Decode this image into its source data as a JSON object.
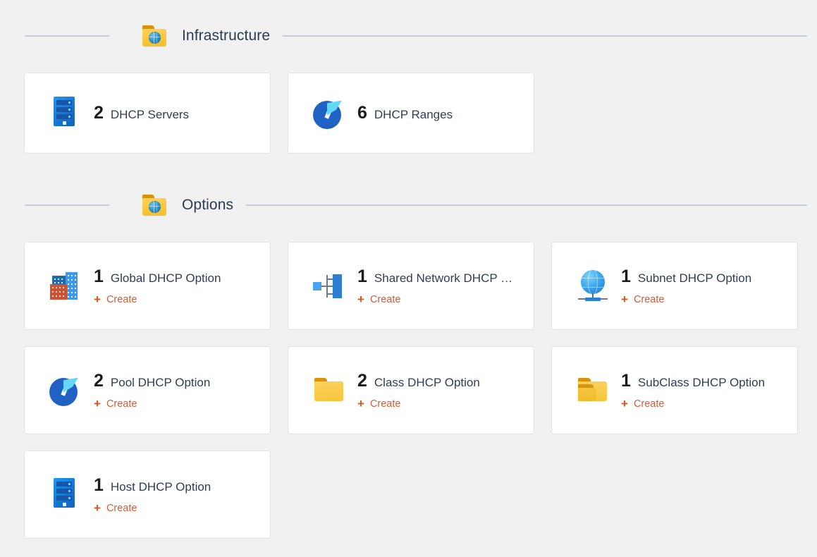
{
  "sections": [
    {
      "id": "infrastructure",
      "title": "Infrastructure",
      "icon": "folder-globe-icon",
      "cards": [
        {
          "count": "2",
          "label": "DHCP Servers",
          "icon": "server-icon",
          "create": null
        },
        {
          "count": "6",
          "label": "DHCP Ranges",
          "icon": "pie-chart-icon",
          "create": null
        }
      ]
    },
    {
      "id": "options",
      "title": "Options",
      "icon": "folder-globe-icon",
      "cards": [
        {
          "count": "1",
          "label": "Global DHCP Option",
          "icon": "buildings-icon",
          "create": "Create"
        },
        {
          "count": "1",
          "label": "Shared Network DHCP …",
          "icon": "hierarchy-icon",
          "create": "Create"
        },
        {
          "count": "1",
          "label": "Subnet DHCP Option",
          "icon": "globe-stand-icon",
          "create": "Create"
        },
        {
          "count": "2",
          "label": "Pool DHCP Option",
          "icon": "pie-chart-icon",
          "create": "Create"
        },
        {
          "count": "2",
          "label": "Class DHCP Option",
          "icon": "folder-icon",
          "create": "Create"
        },
        {
          "count": "1",
          "label": "SubClass DHCP Option",
          "icon": "subfolder-icon",
          "create": "Create"
        },
        {
          "count": "1",
          "label": "Host DHCP Option",
          "icon": "server-icon",
          "create": "Create"
        }
      ]
    }
  ],
  "colors": {
    "page_background": "#f1f1f1",
    "card_background": "#ffffff",
    "card_border": "#dfe3e8",
    "rule": "#c4ced8",
    "title_text": "#2d3b4e",
    "count_text": "#1b1b1b",
    "label_text": "#2f3e52",
    "create_plus": "#d9541e",
    "create_text": "#c8603f"
  }
}
